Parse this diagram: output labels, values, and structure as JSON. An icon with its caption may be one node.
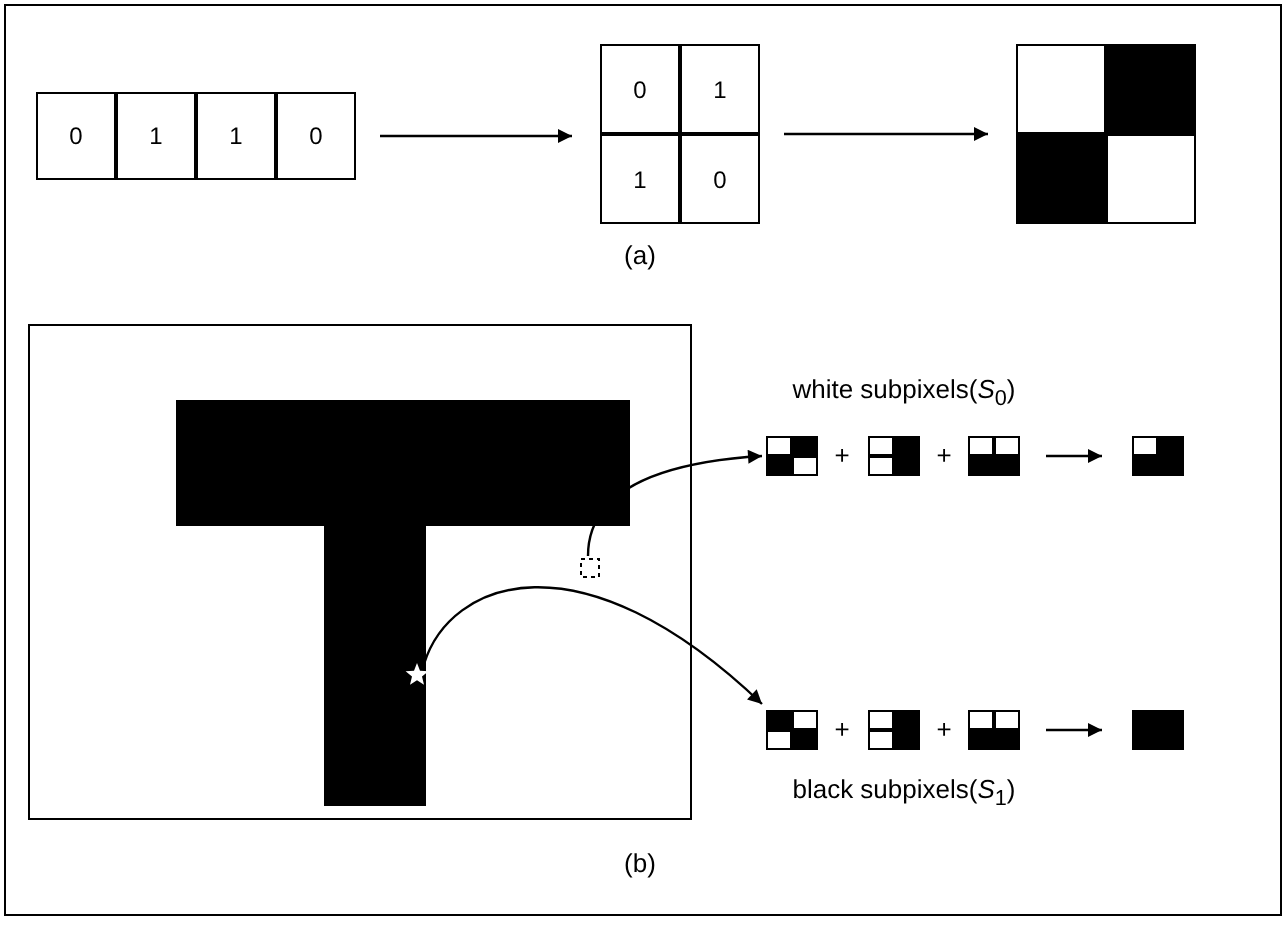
{
  "diagram": {
    "nodes": [
      {
        "text": [],
        "shape": "box"
      },
      {
        "text": [
          "0"
        ],
        "in": 0
      },
      {
        "text": [
          "1"
        ],
        "in": 0
      },
      {
        "text": [
          "1"
        ],
        "in": 0
      },
      {
        "text": [
          "0"
        ],
        "in": 0
      },
      {
        "text": [],
        "shape": "box"
      },
      {
        "text": [
          "0"
        ],
        "in": 5
      },
      {
        "text": [
          "1"
        ],
        "in": 5
      },
      {
        "text": [
          "1"
        ],
        "in": 5
      },
      {
        "text": [
          "0"
        ],
        "in": 5
      },
      {
        "text": [],
        "shape": "box"
      },
      {
        "text": [],
        "shape": "box"
      },
      {
        "text": [],
        "shape": "box",
        "in": 11
      },
      {
        "text": [],
        "shape": "star",
        "in": 11
      },
      {
        "text": [],
        "shape": "box"
      },
      {
        "text": [],
        "shape": "box"
      },
      {
        "text": [],
        "shape": "box"
      },
      {
        "text": [],
        "shape": "box"
      },
      {
        "text": [],
        "shape": "box"
      },
      {
        "text": [],
        "shape": "box"
      },
      {
        "text": [],
        "shape": "box"
      },
      {
        "text": [],
        "shape": "box"
      }
    ],
    "edges": [
      {
        "from": 0,
        "to": 5,
        "arrow": "to"
      },
      {
        "from": 5,
        "to": 10,
        "arrow": "to"
      },
      {
        "from": 12,
        "to": 14,
        "arrow": "to"
      },
      {
        "from": 16,
        "to": 17,
        "arrow": "to"
      },
      {
        "from": 13,
        "to": 18,
        "arrow": "to"
      },
      {
        "from": 20,
        "to": 21,
        "arrow": "to"
      }
    ],
    "labels": [
      "(a)",
      "white subpixels(*S*$_{0}$)",
      "+",
      "+",
      "+",
      "+",
      "black subpixels(*S*$_{1}$)",
      "(b)"
    ]
  }
}
